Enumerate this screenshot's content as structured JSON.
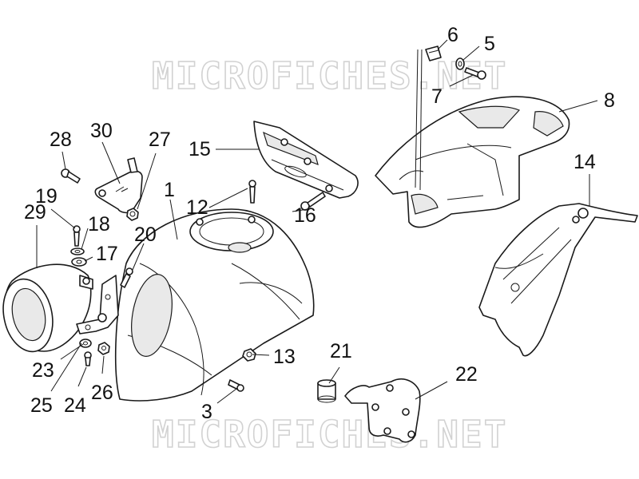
{
  "watermark": {
    "top": "MICROFICHES.NET",
    "bottom": "MICROFICHES.NET"
  },
  "callouts": {
    "c1": "1",
    "c3": "3",
    "c5": "5",
    "c6": "6",
    "c7": "7",
    "c8": "8",
    "c12": "12",
    "c13": "13",
    "c14": "14",
    "c15": "15",
    "c16": "16",
    "c17": "17",
    "c18": "18",
    "c19": "19",
    "c20": "20",
    "c21": "21",
    "c22": "22",
    "c23": "23",
    "c24": "24",
    "c25": "25",
    "c26": "26",
    "c27": "27",
    "c28": "28",
    "c29": "29",
    "c30": "30"
  }
}
